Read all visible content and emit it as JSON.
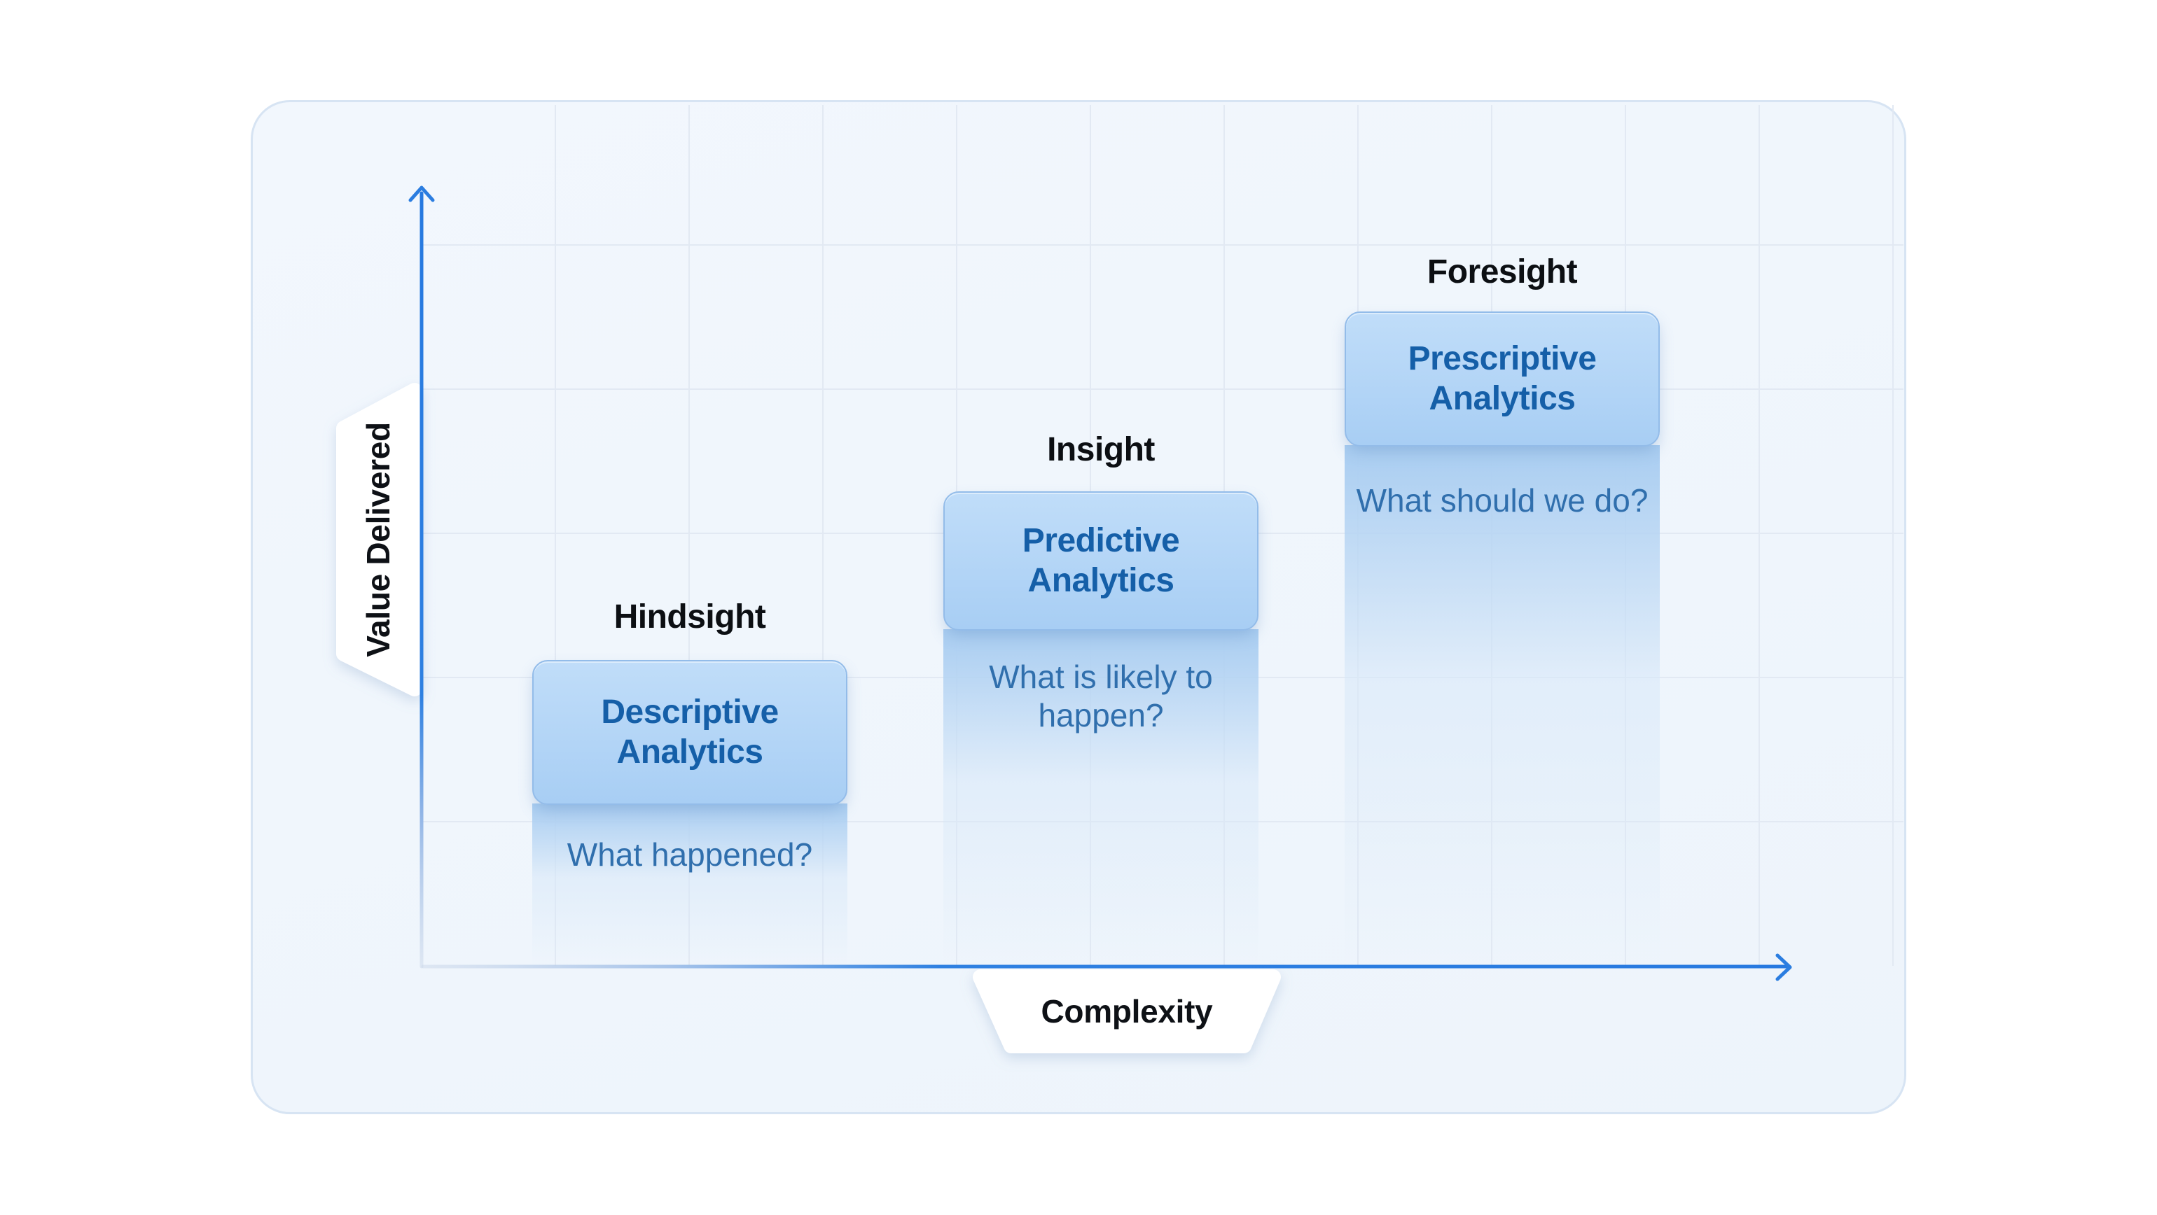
{
  "diagram": {
    "title_semantics": "Analytics maturity diagram: value delivered vs complexity",
    "y_axis_label": "Value Delivered",
    "x_axis_label": "Complexity",
    "stages": [
      {
        "heading": "Hindsight",
        "box_label": "Descriptive\nAnalytics",
        "caption": "What happened?"
      },
      {
        "heading": "Insight",
        "box_label": "Predictive\nAnalytics",
        "caption": "What is likely to\nhappen?"
      },
      {
        "heading": "Foresight",
        "box_label": "Prescriptive\nAnalytics",
        "caption": "What should we do?"
      }
    ],
    "colors": {
      "axis_blue": "#2b7de0",
      "box_fill": "#add2f6",
      "box_border": "#93bce9",
      "box_text": "#155fa8",
      "caption_text": "#306fad",
      "heading_text": "#0c0f13",
      "panel_background": "#eff5fc",
      "panel_border": "#d7e4f3",
      "grid_line": "#e2e9f3",
      "banner_fill": "#ffffff"
    }
  }
}
